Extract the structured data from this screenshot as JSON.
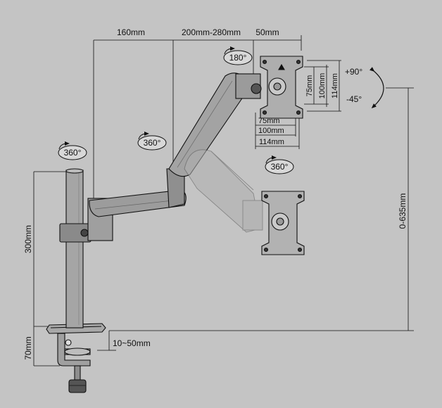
{
  "dimensions": {
    "arm_lower_reach": "160mm",
    "arm_upper_reach": "200mm-280mm",
    "tilt_offset": "50mm",
    "pole_height": "300mm",
    "clamp_height": "70mm",
    "desk_thickness": "10~50mm",
    "height_adjust": "0-635mm"
  },
  "vesa": {
    "v75": "75mm",
    "v100": "100mm",
    "v114": "114mm",
    "h75": "75mm",
    "h100": "100mm",
    "h114": "114mm"
  },
  "tilt": {
    "up": "+90°",
    "down": "-45°"
  },
  "rotations": {
    "pole": "360°",
    "elbow": "360°",
    "head_swivel": "180°",
    "plate_rotate": "360°"
  },
  "colors": {
    "background": "#c4c4c4",
    "line": "#111111",
    "fill": "#9a9a9a"
  }
}
